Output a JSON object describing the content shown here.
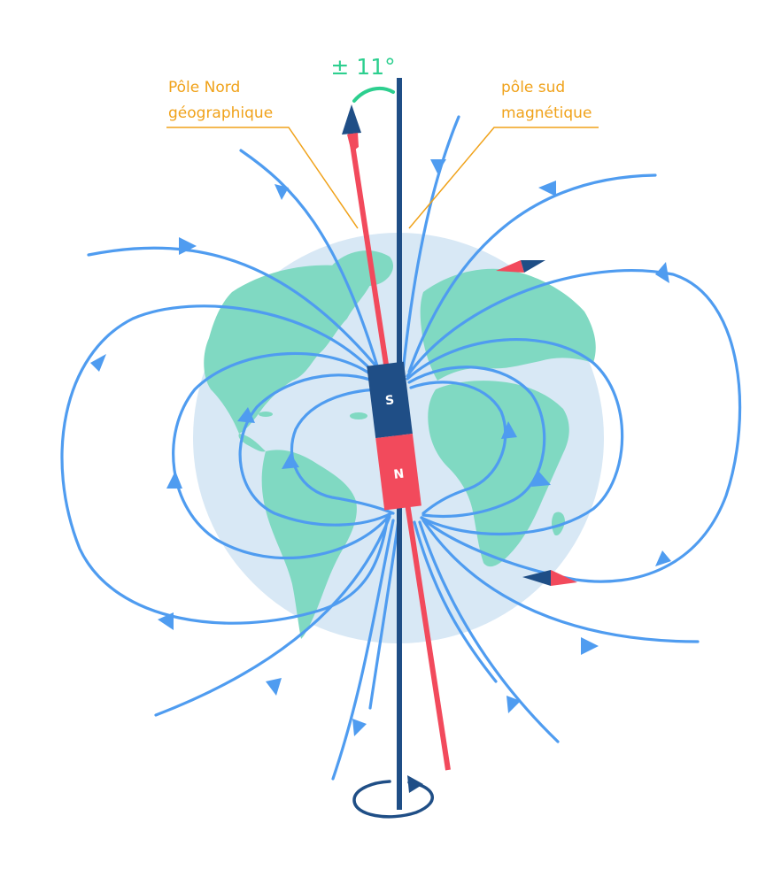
{
  "labels": {
    "geographic_north_line1": "Pôle Nord",
    "geographic_north_line2": "géographique",
    "magnetic_south_line1": "pôle sud",
    "magnetic_south_line2": "magnétique",
    "tilt_angle": "± 11°",
    "magnet_top": "S",
    "magnet_bottom": "N"
  },
  "colors": {
    "field_line": "#4f9cf0",
    "rotation_axis": "#1f4e86",
    "magnetic_axis": "#f24a5c",
    "globe_ocean": "#d8e8f5",
    "globe_land": "#80d9c2",
    "label": "#f0a21a",
    "angle": "#2dcf8f"
  },
  "icons": [
    "rotation-arrow-icon",
    "compass-needle-icon"
  ]
}
